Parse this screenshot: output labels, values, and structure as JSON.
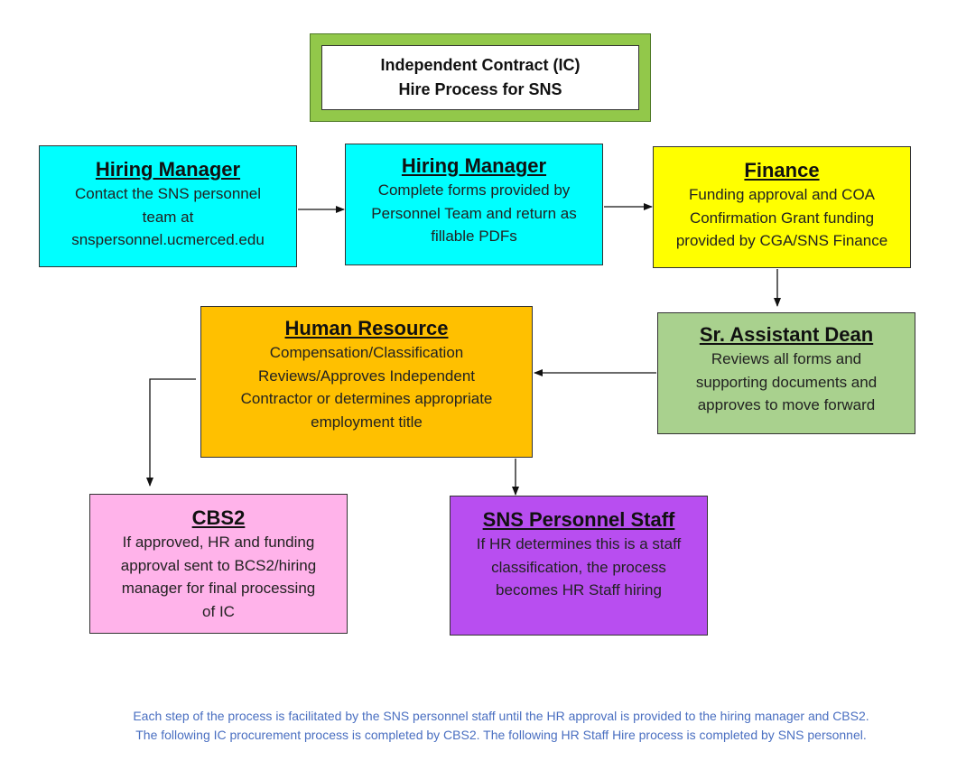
{
  "title": "Independent Contract (IC)\nHire Process for SNS",
  "colors": {
    "cyan": "#00ffff",
    "yellow": "#ffff00",
    "green": "#a9d18e",
    "orange": "#ffc000",
    "pink": "#ffb3ea",
    "purple": "#b84ef0",
    "title_frame": "#92c84a",
    "footer_text": "#4a6fc1"
  },
  "steps": {
    "hiring_manager_1": {
      "heading": "Hiring Manager",
      "body": "Contact the SNS personnel\nteam at\nsnspersonnel.ucmerced.edu"
    },
    "hiring_manager_2": {
      "heading": "Hiring Manager",
      "body": "Complete forms provided by\nPersonnel Team and return as\nfillable PDFs"
    },
    "finance": {
      "heading": "Finance",
      "body": "Funding approval and COA\nConfirmation Grant funding\nprovided by CGA/SNS Finance"
    },
    "sr_assistant_dean": {
      "heading": "Sr. Assistant Dean",
      "body": "Reviews all forms and\nsupporting documents and\napproves to move forward"
    },
    "human_resource": {
      "heading": "Human Resource",
      "body": "Compensation/Classification\nReviews/Approves Independent\nContractor or determines appropriate\nemployment title"
    },
    "cbs2": {
      "heading": "CBS2",
      "body": "If approved, HR and funding\napproval sent to BCS2/hiring\nmanager for final processing\nof IC"
    },
    "sns_personnel_staff": {
      "heading": "SNS Personnel Staff",
      "body": "If HR determines this is a staff\nclassification, the process\nbecomes HR Staff hiring"
    }
  },
  "footer": {
    "line1": "Each step of the process is facilitated by the SNS personnel staff until the HR approval is provided to the hiring manager and CBS2.",
    "line2": "The following IC procurement process is completed by CBS2. The following HR Staff Hire process is completed by SNS personnel."
  }
}
